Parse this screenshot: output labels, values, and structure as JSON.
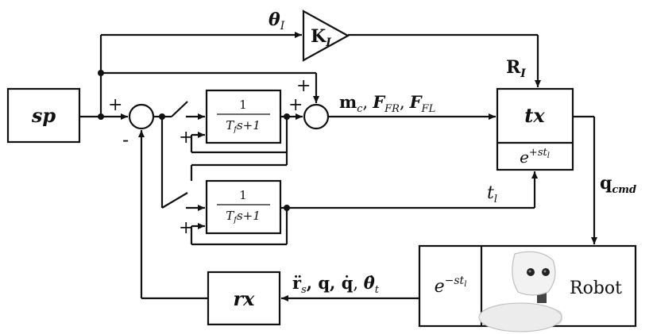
{
  "blocks": {
    "sp": "sp",
    "tx": "tx",
    "rx": "rx",
    "tx_delay_base": "e",
    "tx_delay_exp": "+st",
    "tx_delay_sub": "l",
    "robot_delay_base": "e",
    "robot_delay_exp": "−st",
    "robot_delay_sub": "l",
    "robot_label": "Robot",
    "filter_num": "1",
    "filter_den_T": "T",
    "filter_den_f": "f",
    "filter_den_rest": "s+1",
    "gain_K": "K",
    "gain_sub": "I"
  },
  "labels": {
    "theta": "θ",
    "theta_sub": "I",
    "R": "R",
    "R_sub": "I",
    "m": "m",
    "m_sub": "c",
    "comma1": ",",
    "F": "F",
    "F_sub_FR": "FR",
    "comma2": ",",
    "F_sub_FL": "FL",
    "q": "q",
    "q_sub": "cmd",
    "t": "t",
    "t_sub": "l",
    "rx_signals": "r̈",
    "rx_signals_sub": "s",
    "rx_q": ", q, ",
    "rx_qdot": "q̇",
    "rx_sep": ", ",
    "rx_theta": "θ̇",
    "rx_theta_sub": "t",
    "plus_a": "+",
    "plus_b": "+",
    "plus_c": "+",
    "plus_d": "+",
    "plus_e": "+",
    "minus_a": "-"
  }
}
